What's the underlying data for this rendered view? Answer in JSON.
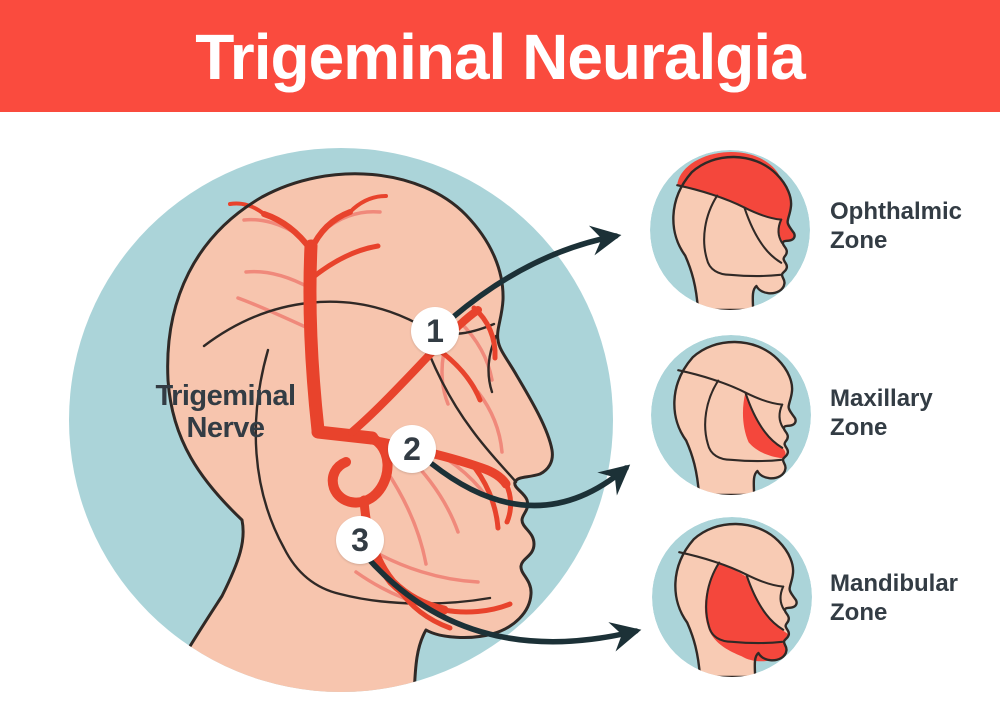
{
  "header": {
    "title": "Trigeminal Neuralgia"
  },
  "figure": {
    "label": "Trigeminal Nerve",
    "markers": [
      {
        "number": "1"
      },
      {
        "number": "2"
      },
      {
        "number": "3"
      }
    ]
  },
  "zones": [
    {
      "marker": "1",
      "label": "Ophthalmic Zone"
    },
    {
      "marker": "2",
      "label": "Maxillary Zone"
    },
    {
      "marker": "3",
      "label": "Mandibular Zone"
    }
  ],
  "colors": {
    "banner_bg": "#FA4B3E",
    "banner_text": "#FFFFFF",
    "circle_bg": "#ABD4D9",
    "skin": "#F7C5AE",
    "skin_light": "#F8CBB4",
    "zone_red": "#F4473C",
    "nerve_red": "#E8432C",
    "nerve_light": "#F0897B",
    "outline": "#302926",
    "arrow": "#1C3137",
    "text_dark": "#333C44"
  }
}
